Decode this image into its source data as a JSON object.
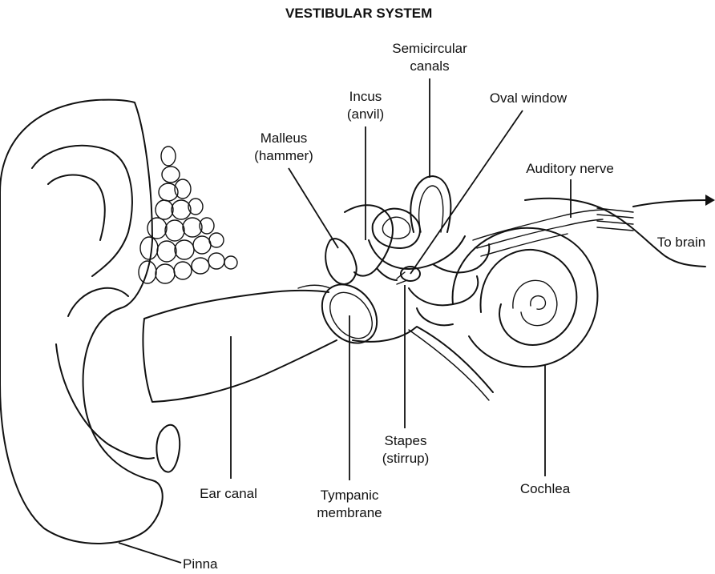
{
  "title": "VESTIBULAR SYSTEM",
  "labels": {
    "semicircular_canals_1": "Semicircular",
    "semicircular_canals_2": "canals",
    "incus_1": "Incus",
    "incus_2": "(anvil)",
    "oval_window": "Oval window",
    "malleus_1": "Malleus",
    "malleus_2": "(hammer)",
    "auditory_nerve": "Auditory nerve",
    "to_brain": "To brain",
    "ear_canal": "Ear canal",
    "tympanic_1": "Tympanic",
    "tympanic_2": "membrane",
    "stapes_1": "Stapes",
    "stapes_2": "(stirrup)",
    "cochlea": "Cochlea",
    "pinna": "Pinna"
  },
  "colors": {
    "ink": "#111111",
    "background": "#ffffff"
  }
}
